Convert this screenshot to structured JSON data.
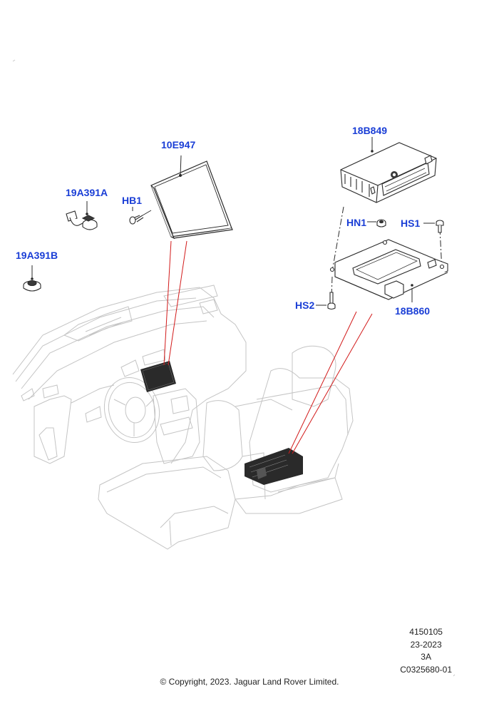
{
  "callouts": {
    "screen": "10E947",
    "cable_connector": "19A391A",
    "speaker_unit": "19A391B",
    "bolt": "HB1",
    "module": "18B849",
    "nut": "HN1",
    "screw_1": "HS1",
    "screw_2": "HS2",
    "bracket": "18B860"
  },
  "reference": {
    "code": "4150105",
    "date": "23-2023",
    "revision": "3A",
    "illustration_id": "C0325680-01"
  },
  "copyright": "© Copyright, 2023. Jaguar Land Rover Limited.",
  "colors": {
    "callout": "#1a3ed6",
    "leader": "#d21a1a",
    "line_art": "#3a3a3a",
    "ghost_line_art": "#b8b8b8"
  }
}
